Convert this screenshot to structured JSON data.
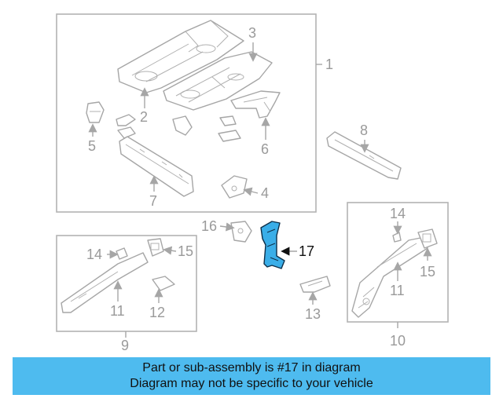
{
  "callouts": {
    "c1": "1",
    "c2": "2",
    "c3": "3",
    "c4": "4",
    "c5": "5",
    "c6": "6",
    "c7": "7",
    "c8": "8",
    "c9": "9",
    "c10": "10",
    "c11a": "11",
    "c11b": "11",
    "c12": "12",
    "c13": "13",
    "c14a": "14",
    "c14b": "14",
    "c15a": "15",
    "c15b": "15",
    "c16": "16",
    "c17": "17"
  },
  "highlight": {
    "part_number": "17",
    "color": "#3aaee8"
  },
  "banner": {
    "line1": "Part or sub-assembly is #17 in diagram",
    "line2": "Diagram may not be specific to your vehicle",
    "background": "#4ebbef"
  }
}
